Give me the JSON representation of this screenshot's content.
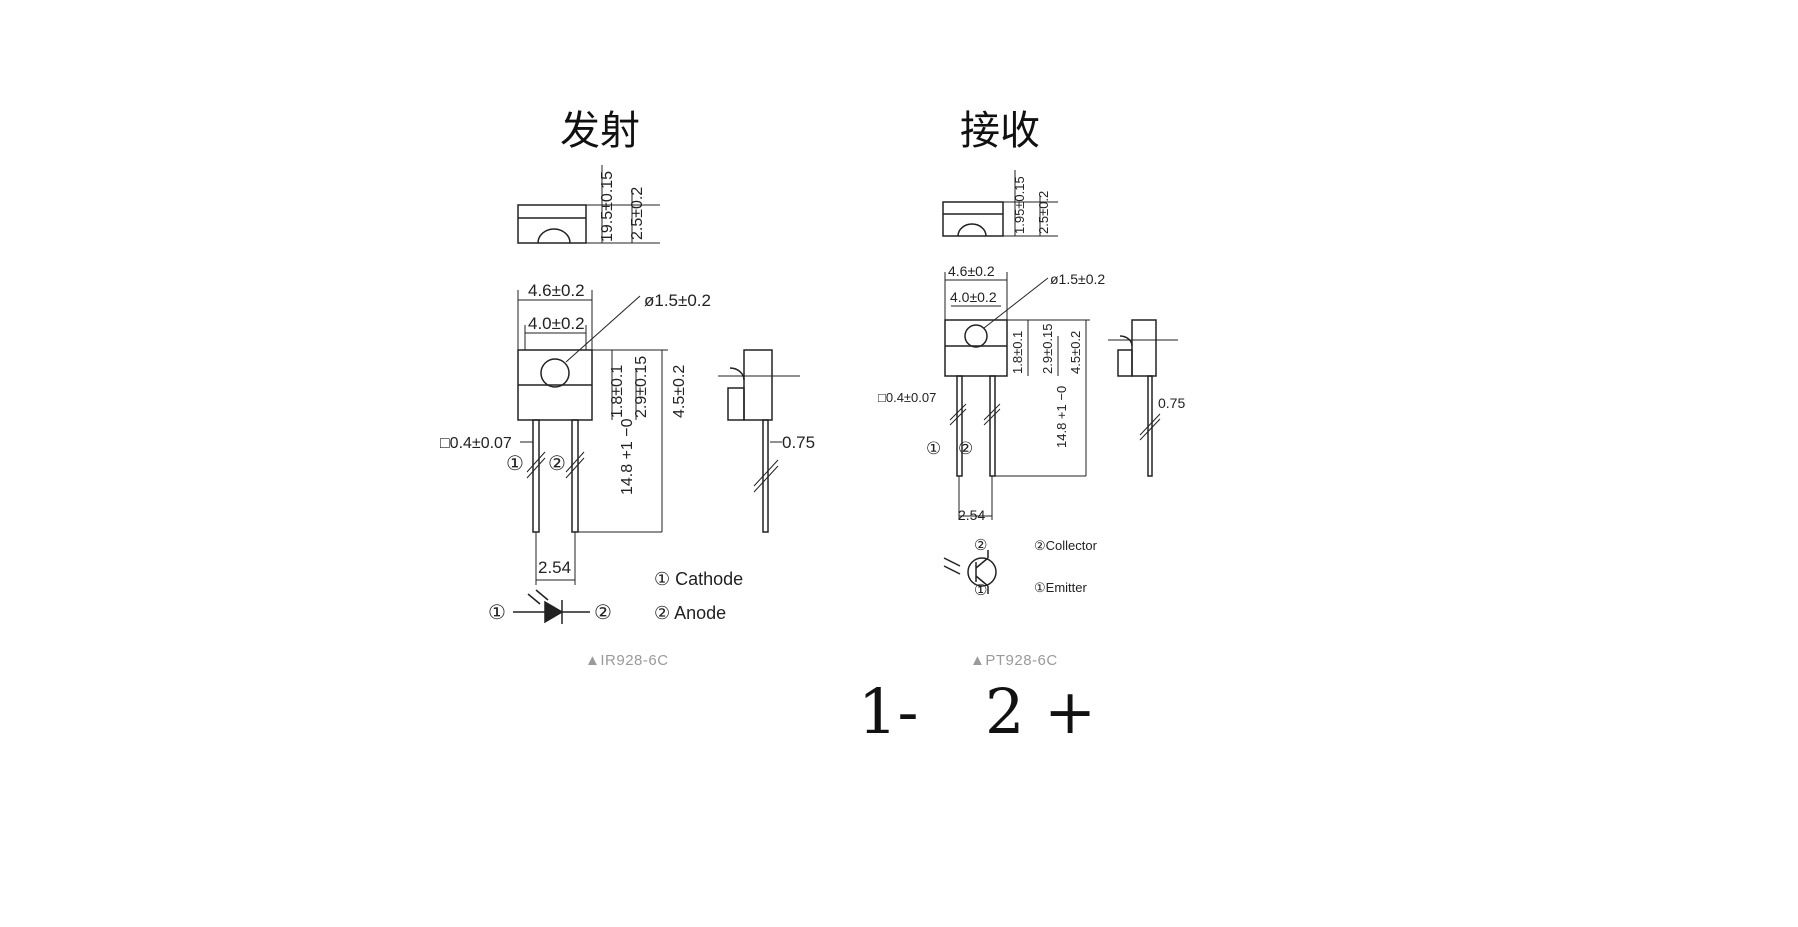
{
  "emitter": {
    "title": "发射",
    "caption": "▲IR928-6C",
    "dim_width_outer": "4.6±0.2",
    "dim_width_inner": "4.0±0.2",
    "dim_lens": "ø1.5±0.2",
    "dim_top_a": "19.5±0.15",
    "dim_top_b": "2.5±0.2",
    "dim_h1": "1.8±0.1",
    "dim_h2": "2.9±0.15",
    "dim_h3": "4.5±0.2",
    "dim_lead_len": "14.8 +1 −0",
    "dim_lead_sq": "□0.4±0.07",
    "dim_pitch": "2.54",
    "dim_side": "0.75",
    "pin1_label": "① Cathode",
    "pin2_label": "② Anode",
    "pin1": "①",
    "pin2": "②"
  },
  "receiver": {
    "title": "接收",
    "caption": "▲PT928-6C",
    "dim_width_outer": "4.6±0.2",
    "dim_width_inner": "4.0±0.2",
    "dim_lens": "ø1.5±0.2",
    "dim_top_a": "1.95±0.15",
    "dim_top_b": "2.5±0.2",
    "dim_h1": "1.8±0.1",
    "dim_h2": "2.9±0.15",
    "dim_h3": "4.5±0.2",
    "dim_lead_len": "14.8 +1 −0",
    "dim_lead_sq": "□0.4±0.07",
    "dim_pitch": "2.54",
    "dim_side": "0.75",
    "pin2_label": "②Collector",
    "pin1_label": "①Emitter",
    "pin1": "①",
    "pin2": "②"
  },
  "pin_note": {
    "pin1": "1-",
    "pin2": "2 +"
  }
}
